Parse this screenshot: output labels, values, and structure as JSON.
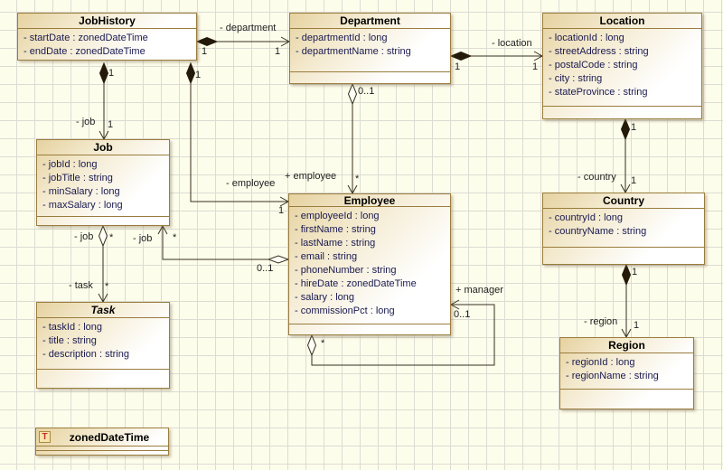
{
  "classes": [
    {
      "name": "JobHistory",
      "attributes": [
        "- startDate : zonedDateTime",
        "- endDate : zonedDateTime"
      ]
    },
    {
      "name": "Department",
      "attributes": [
        "- departmentId : long",
        "- departmentName : string"
      ]
    },
    {
      "name": "Location",
      "attributes": [
        "- locationId : long",
        "- streetAddress : string",
        "- postalCode : string",
        "- city : string",
        "- stateProvince : string"
      ]
    },
    {
      "name": "Job",
      "attributes": [
        "- jobId : long",
        "- jobTitle : string",
        "- minSalary : long",
        "- maxSalary : long"
      ]
    },
    {
      "name": "Employee",
      "attributes": [
        "- employeeId : long",
        "- firstName : string",
        "- lastName : string",
        "- email : string",
        "- phoneNumber : string",
        "- hireDate : zonedDateTime",
        "- salary : long",
        "- commissionPct : long"
      ]
    },
    {
      "name": "Task",
      "abstract": true,
      "attributes": [
        "- taskId : long",
        "- title : string",
        "- description : string"
      ]
    },
    {
      "name": "Country",
      "attributes": [
        "- countryId : long",
        "- countryName : string"
      ]
    },
    {
      "name": "Region",
      "attributes": [
        "- regionId : long",
        "- regionName : string"
      ]
    }
  ],
  "datatype": {
    "name": "zonedDateTime",
    "icon_letter": "T"
  },
  "associations": {
    "jobhistory_department": {
      "kind": "composition",
      "name": "- department",
      "source_multiplicity": "1",
      "target_multiplicity": "1"
    },
    "department_location": {
      "kind": "composition",
      "name": "- location",
      "source_multiplicity": "1",
      "target_multiplicity": "1"
    },
    "jobhistory_job": {
      "kind": "composition",
      "name": "- job",
      "source_multiplicity": "1",
      "target_multiplicity": "1"
    },
    "jobhistory_employee": {
      "kind": "composition",
      "name": "- employee",
      "source_multiplicity": "1",
      "target_multiplicity": "1"
    },
    "department_employee": {
      "kind": "aggregation",
      "name": "+ employee",
      "source_multiplicity": "0..1",
      "target_multiplicity": "*"
    },
    "job_task": {
      "kind": "aggregation",
      "source_name": "- job",
      "target_name": "- task",
      "source_multiplicity": "*",
      "target_multiplicity": "*"
    },
    "employee_job": {
      "kind": "aggregation",
      "name": "- job",
      "source_multiplicity": "0..1",
      "target_multiplicity": "*"
    },
    "employee_manager": {
      "kind": "aggregation",
      "name": "+ manager",
      "source_multiplicity": "*",
      "target_multiplicity": "0..1"
    },
    "location_country": {
      "kind": "composition",
      "name": "- country",
      "source_multiplicity": "1",
      "target_multiplicity": "1"
    },
    "country_region": {
      "kind": "composition",
      "name": "- region",
      "source_multiplicity": "1",
      "target_multiplicity": "1"
    }
  },
  "colors": {
    "canvas_bg": "#fdfdeb",
    "grid_line": "#dcdcd4",
    "box_border": "#9a7c3e",
    "box_gradient_start": "#e6d2a0",
    "attribute_text": "#1a1a52",
    "title_text": "#000000",
    "connector": "#37301f",
    "label_text": "#222222",
    "datatype_icon_bg": "#f5e5ab",
    "datatype_icon_letter": "#c03030"
  }
}
